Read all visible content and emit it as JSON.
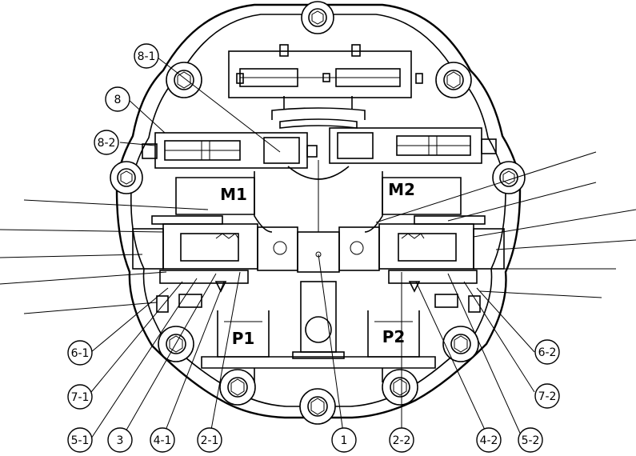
{
  "ports": {
    "m1": "M1",
    "m2": "M2",
    "p1": "P1",
    "p2": "P2"
  },
  "callouts": {
    "c_8_1": "8-1",
    "c_8": "8",
    "c_8_2": "8-2",
    "c_6_1": "6-1",
    "c_7_1": "7-1",
    "c_5_1": "5-1",
    "c_3": "3",
    "c_4_1": "4-1",
    "c_2_1": "2-1",
    "c_1": "1",
    "c_2_2": "2-2",
    "c_4_2": "4-2",
    "c_5_2": "5-2",
    "c_7_2": "7-2",
    "c_6_2": "6-2"
  },
  "colors": {
    "line": "#000000",
    "background": "#ffffff"
  }
}
